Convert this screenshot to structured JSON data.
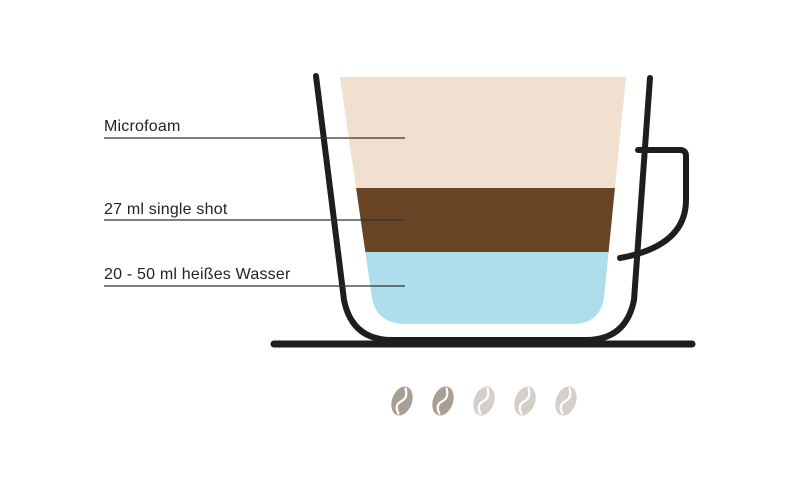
{
  "layers": [
    {
      "label": "Microfoam",
      "color": "#F1DFD0"
    },
    {
      "label": "27 ml single shot",
      "color": "#684424"
    },
    {
      "label": "20 - 50 ml heißes Wasser",
      "color": "#AEDDEC"
    }
  ],
  "cup": {
    "outline_color": "#1E1E1E"
  },
  "strength": {
    "filled": 2,
    "total": 5,
    "filled_color": "#A89E93",
    "empty_color": "#D6CFC7"
  },
  "label_line_color": "#333333"
}
